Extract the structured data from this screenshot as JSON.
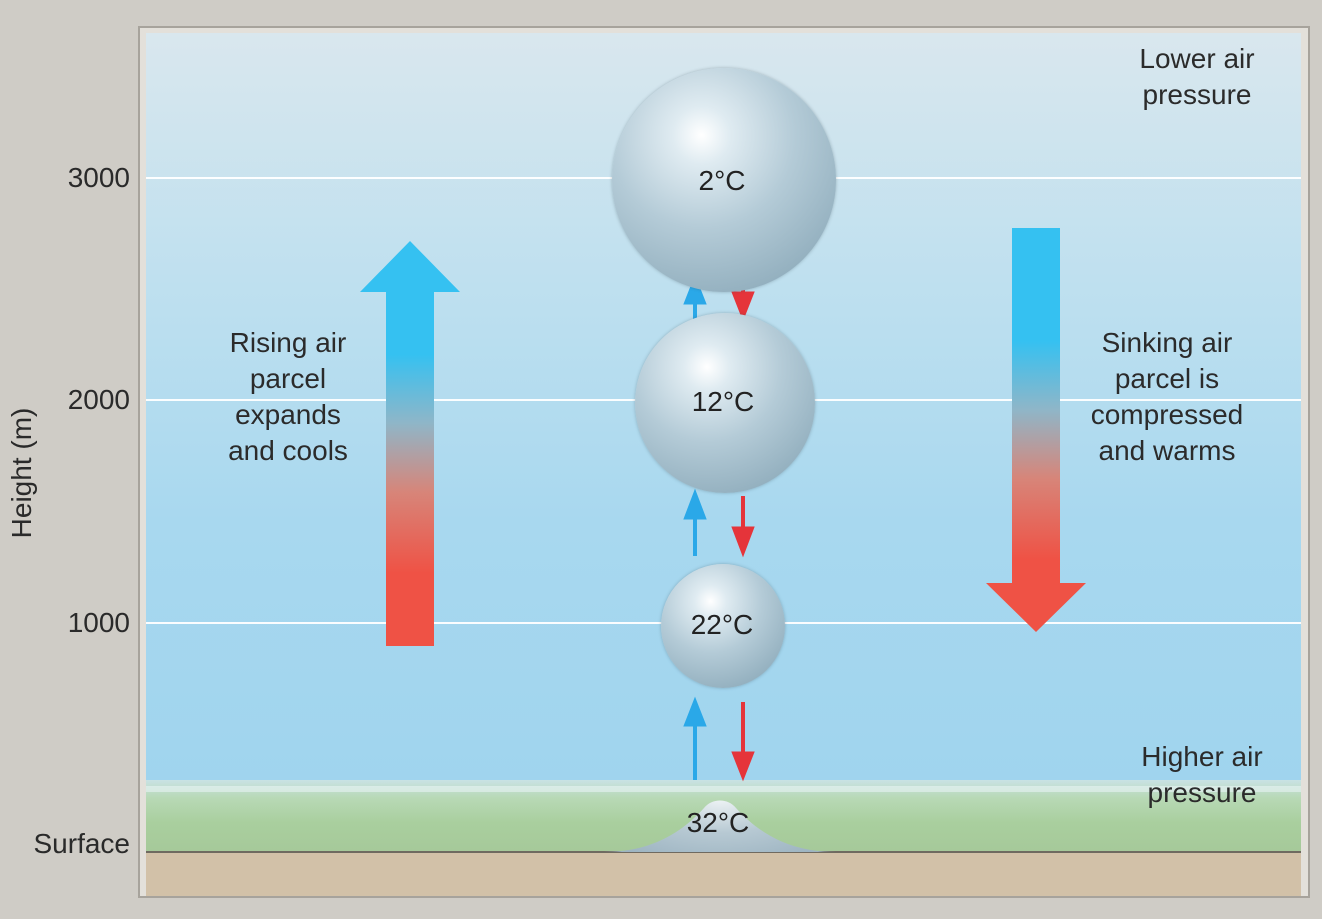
{
  "axis": {
    "label": "Height (m)",
    "ticks": [
      "3000",
      "2000",
      "1000"
    ],
    "surface_label": "Surface"
  },
  "parcels": [
    {
      "temp": "2°C"
    },
    {
      "temp": "12°C"
    },
    {
      "temp": "22°C"
    },
    {
      "temp": "32°C"
    }
  ],
  "rising": {
    "lines": [
      "Rising air",
      "parcel",
      "expands",
      "and cools"
    ]
  },
  "sinking": {
    "lines": [
      "Sinking air",
      "parcel is",
      "compressed",
      "and warms"
    ]
  },
  "pressure_top": {
    "lines": [
      "Lower air",
      "pressure"
    ]
  },
  "pressure_bottom": {
    "lines": [
      "Higher air",
      "pressure"
    ]
  },
  "colors": {
    "cool": "#35c1f1",
    "warm": "#ef5245",
    "arrow_up": "#2aa8e8",
    "arrow_down": "#e5343a"
  }
}
